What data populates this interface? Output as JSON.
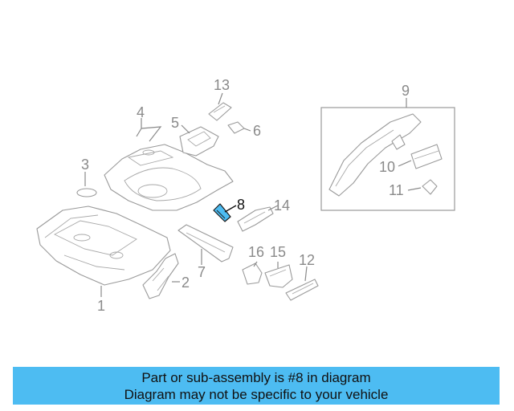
{
  "callouts": {
    "c1": "1",
    "c2": "2",
    "c3": "3",
    "c4": "4",
    "c5": "5",
    "c6": "6",
    "c7": "7",
    "c8": "8",
    "c9": "9",
    "c10": "10",
    "c11": "11",
    "c12": "12",
    "c13": "13",
    "c14": "14",
    "c15": "15",
    "c16": "16"
  },
  "highlight": {
    "part_number": "8",
    "color": "#4dbcf2"
  },
  "caption": {
    "line1": "Part or sub-assembly is #8 in diagram",
    "line2": "Diagram may not be specific to your vehicle",
    "background": "#4dbcf2"
  }
}
